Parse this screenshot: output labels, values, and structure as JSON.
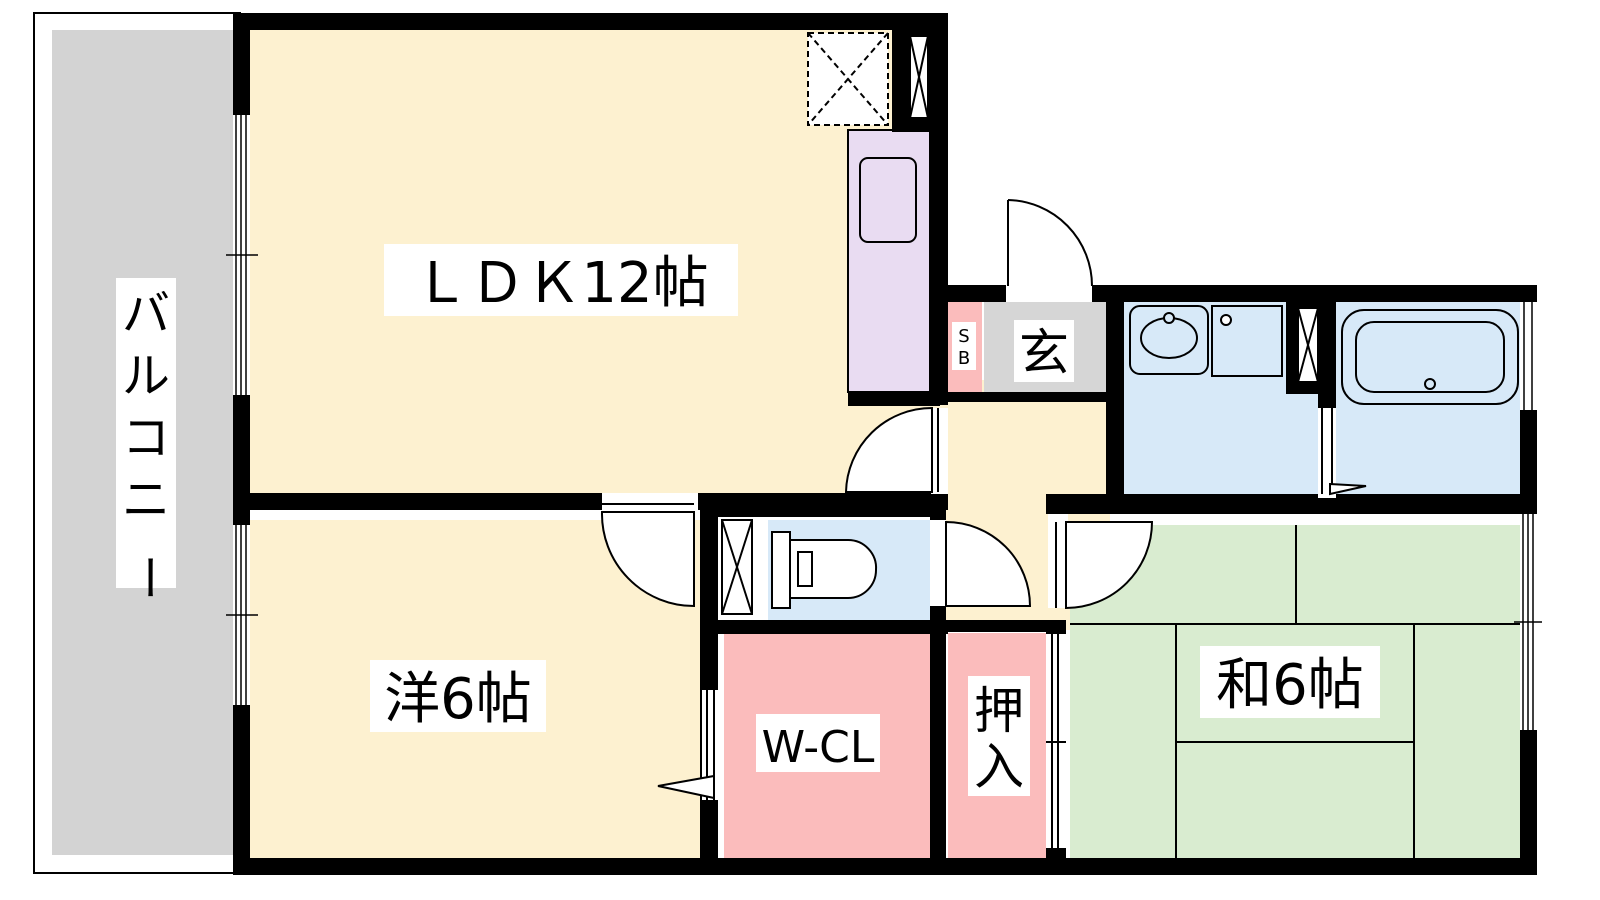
{
  "rooms": {
    "ldk": "ＬＤＫ12帖",
    "western": "洋6帖",
    "japanese": "和6帖",
    "wcl": "W-CL",
    "oshiire_1": "押",
    "oshiire_2": "入",
    "genkan": "玄",
    "sb_1": "S",
    "sb_2": "B"
  },
  "balcony": {
    "label_1": "バ",
    "label_2": "ル",
    "label_3": "コ",
    "label_4": "ニ",
    "label_5": "ー"
  },
  "colors": {
    "wall": "#000000",
    "floor_wood": "#fdf1d0",
    "tatami": "#d9ecd0",
    "water": "#d7e9f8",
    "closet": "#fbbcbc",
    "kitchen": "#e9dcf2",
    "genkan": "#d6d6d6",
    "balcony": "#d3d3d3"
  },
  "icons": {
    "kitchen_sink": "sink-icon",
    "toilet": "toilet-icon",
    "bathtub": "bathtub-icon",
    "washbasin": "washbasin-icon",
    "fridge_space": "fridge-space-icon",
    "washer_space": "washer-space-icon"
  }
}
